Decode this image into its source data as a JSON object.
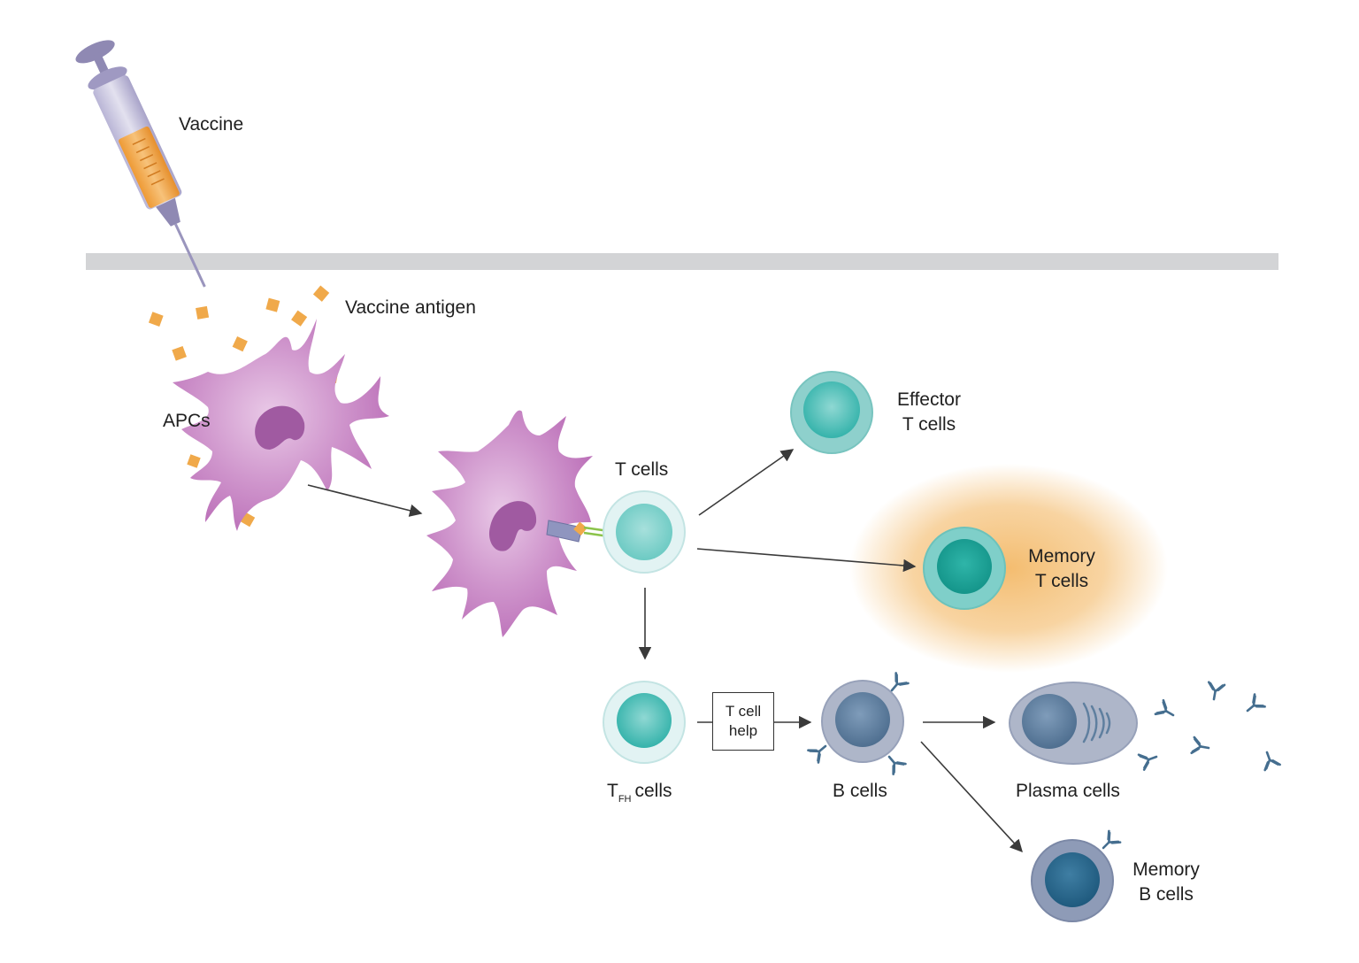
{
  "labels": {
    "vaccine": "Vaccine",
    "vaccine_antigen": "Vaccine antigen",
    "apcs": "APCs",
    "t_cells": "T cells",
    "effector_line1": "Effector",
    "effector_line2": "T cells",
    "memory_t_line1": "Memory",
    "memory_t_line2": "T cells",
    "tfh_main": "T",
    "tfh_sub": "FH",
    "tfh_rest": "cells",
    "t_cell_help_line1": "T cell",
    "t_cell_help_line2": "help",
    "b_cells": "B cells",
    "plasma_cells": "Plasma cells",
    "memory_b_line1": "Memory",
    "memory_b_line2": "B cells"
  },
  "colors": {
    "skin_line": "#d3d4d6",
    "syringe_barrel": "#c9c6de",
    "syringe_plunger": "#8f89b3",
    "vaccine_liquid": "#f2a647",
    "antigen": "#f0a94a",
    "apc_body": "#c27cc0",
    "apc_nucleus": "#a05aa1",
    "t_cell_outer": "#dff2f2",
    "t_cell_inner": "#7fd0cb",
    "memory_glow": "#f6c98a",
    "b_cell_outer": "#aeb6c9",
    "b_cell_inner": "#5f7f9f",
    "antibody": "#456e8f",
    "arrow": "#3a3a3a"
  }
}
